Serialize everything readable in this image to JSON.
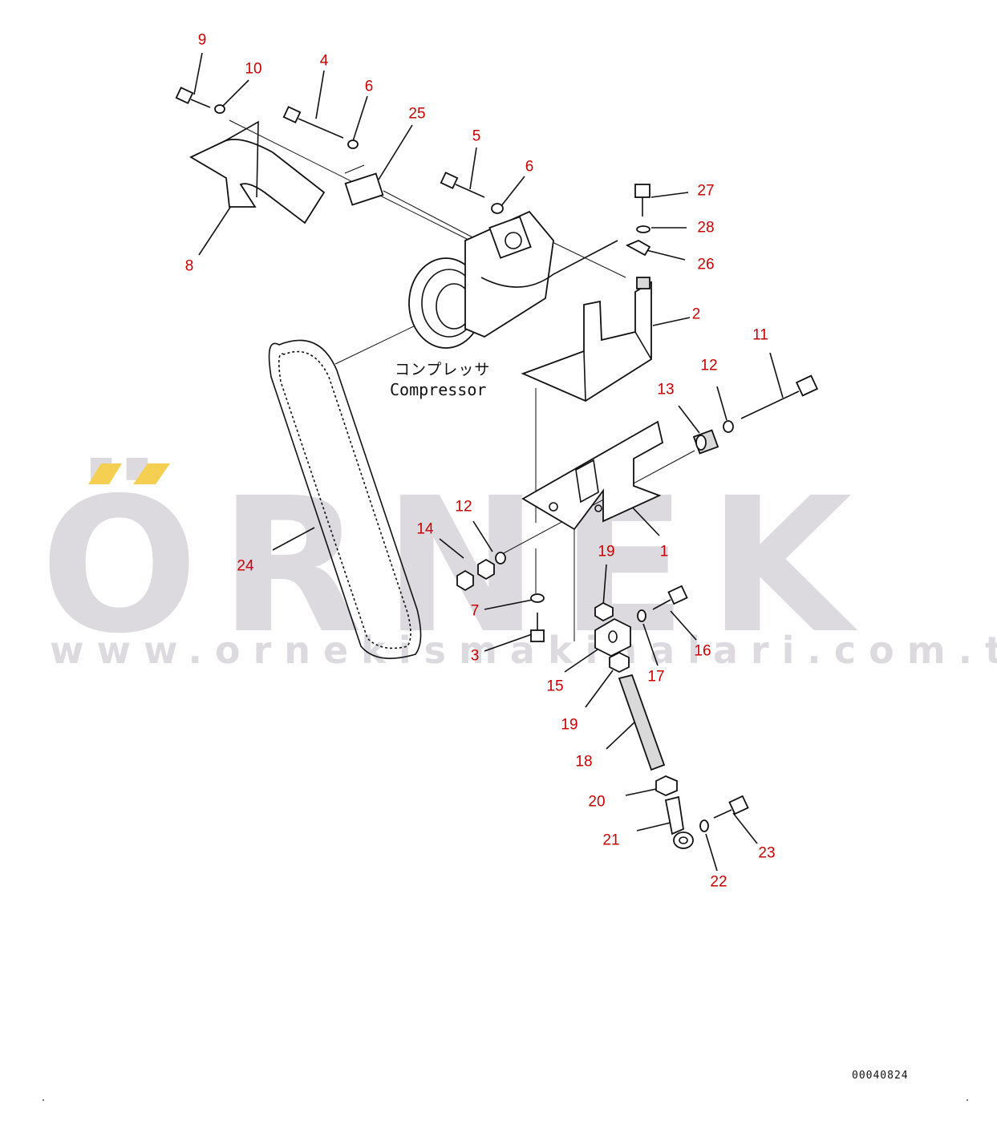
{
  "watermark": {
    "brand": "ÖRNEK",
    "url": "www.ornekismakinalari.com.tr",
    "accent_color": "#f5cf52",
    "text_color": "#dcdadf"
  },
  "diagram": {
    "compressor_label_jp": "コンプレッサ",
    "compressor_label_en": "Compressor",
    "drawing_code": "00040824",
    "callout_color": "#cc0000",
    "callouts": [
      {
        "id": "9",
        "text": "9"
      },
      {
        "id": "10",
        "text": "10"
      },
      {
        "id": "4",
        "text": "4"
      },
      {
        "id": "6a",
        "text": "6"
      },
      {
        "id": "25",
        "text": "25"
      },
      {
        "id": "5",
        "text": "5"
      },
      {
        "id": "6b",
        "text": "6"
      },
      {
        "id": "27",
        "text": "27"
      },
      {
        "id": "28",
        "text": "28"
      },
      {
        "id": "26",
        "text": "26"
      },
      {
        "id": "8",
        "text": "8"
      },
      {
        "id": "2",
        "text": "2"
      },
      {
        "id": "11",
        "text": "11"
      },
      {
        "id": "12a",
        "text": "12"
      },
      {
        "id": "13",
        "text": "13"
      },
      {
        "id": "12b",
        "text": "12"
      },
      {
        "id": "14",
        "text": "14"
      },
      {
        "id": "1",
        "text": "1"
      },
      {
        "id": "19a",
        "text": "19"
      },
      {
        "id": "24",
        "text": "24"
      },
      {
        "id": "7",
        "text": "7"
      },
      {
        "id": "3",
        "text": "3"
      },
      {
        "id": "16",
        "text": "16"
      },
      {
        "id": "17",
        "text": "17"
      },
      {
        "id": "15",
        "text": "15"
      },
      {
        "id": "19b",
        "text": "19"
      },
      {
        "id": "18",
        "text": "18"
      },
      {
        "id": "20",
        "text": "20"
      },
      {
        "id": "21",
        "text": "21"
      },
      {
        "id": "23",
        "text": "23"
      },
      {
        "id": "22",
        "text": "22"
      }
    ]
  }
}
